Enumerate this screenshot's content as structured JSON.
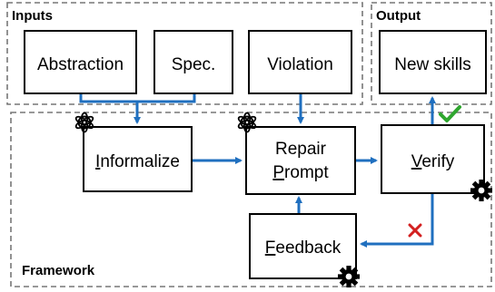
{
  "colors": {
    "arrow": "#1f6fbf",
    "box_border": "#000000",
    "dashed_border": "#777777",
    "check": "#2fa62f",
    "cross": "#d32020",
    "gear": "#000000",
    "openai_logo": "#000000"
  },
  "sections": {
    "inputs": "Inputs",
    "output": "Output",
    "framework": "Framework"
  },
  "nodes": {
    "abstraction": "Abstraction",
    "spec": "Spec.",
    "violation": "Violation",
    "new_skills": "New skills",
    "informalize_first": "I",
    "informalize_rest": "nformalize",
    "repair": "Repair",
    "prompt_first": "P",
    "prompt_rest": "rompt",
    "verify_first": "V",
    "verify_rest": "erify",
    "feedback_first": "F",
    "feedback_rest": "eedback"
  },
  "icons": {
    "llm_logo": "openai-logo-icon",
    "tool": "gear-icon",
    "success": "check-mark-icon",
    "failure": "cross-mark-icon"
  }
}
